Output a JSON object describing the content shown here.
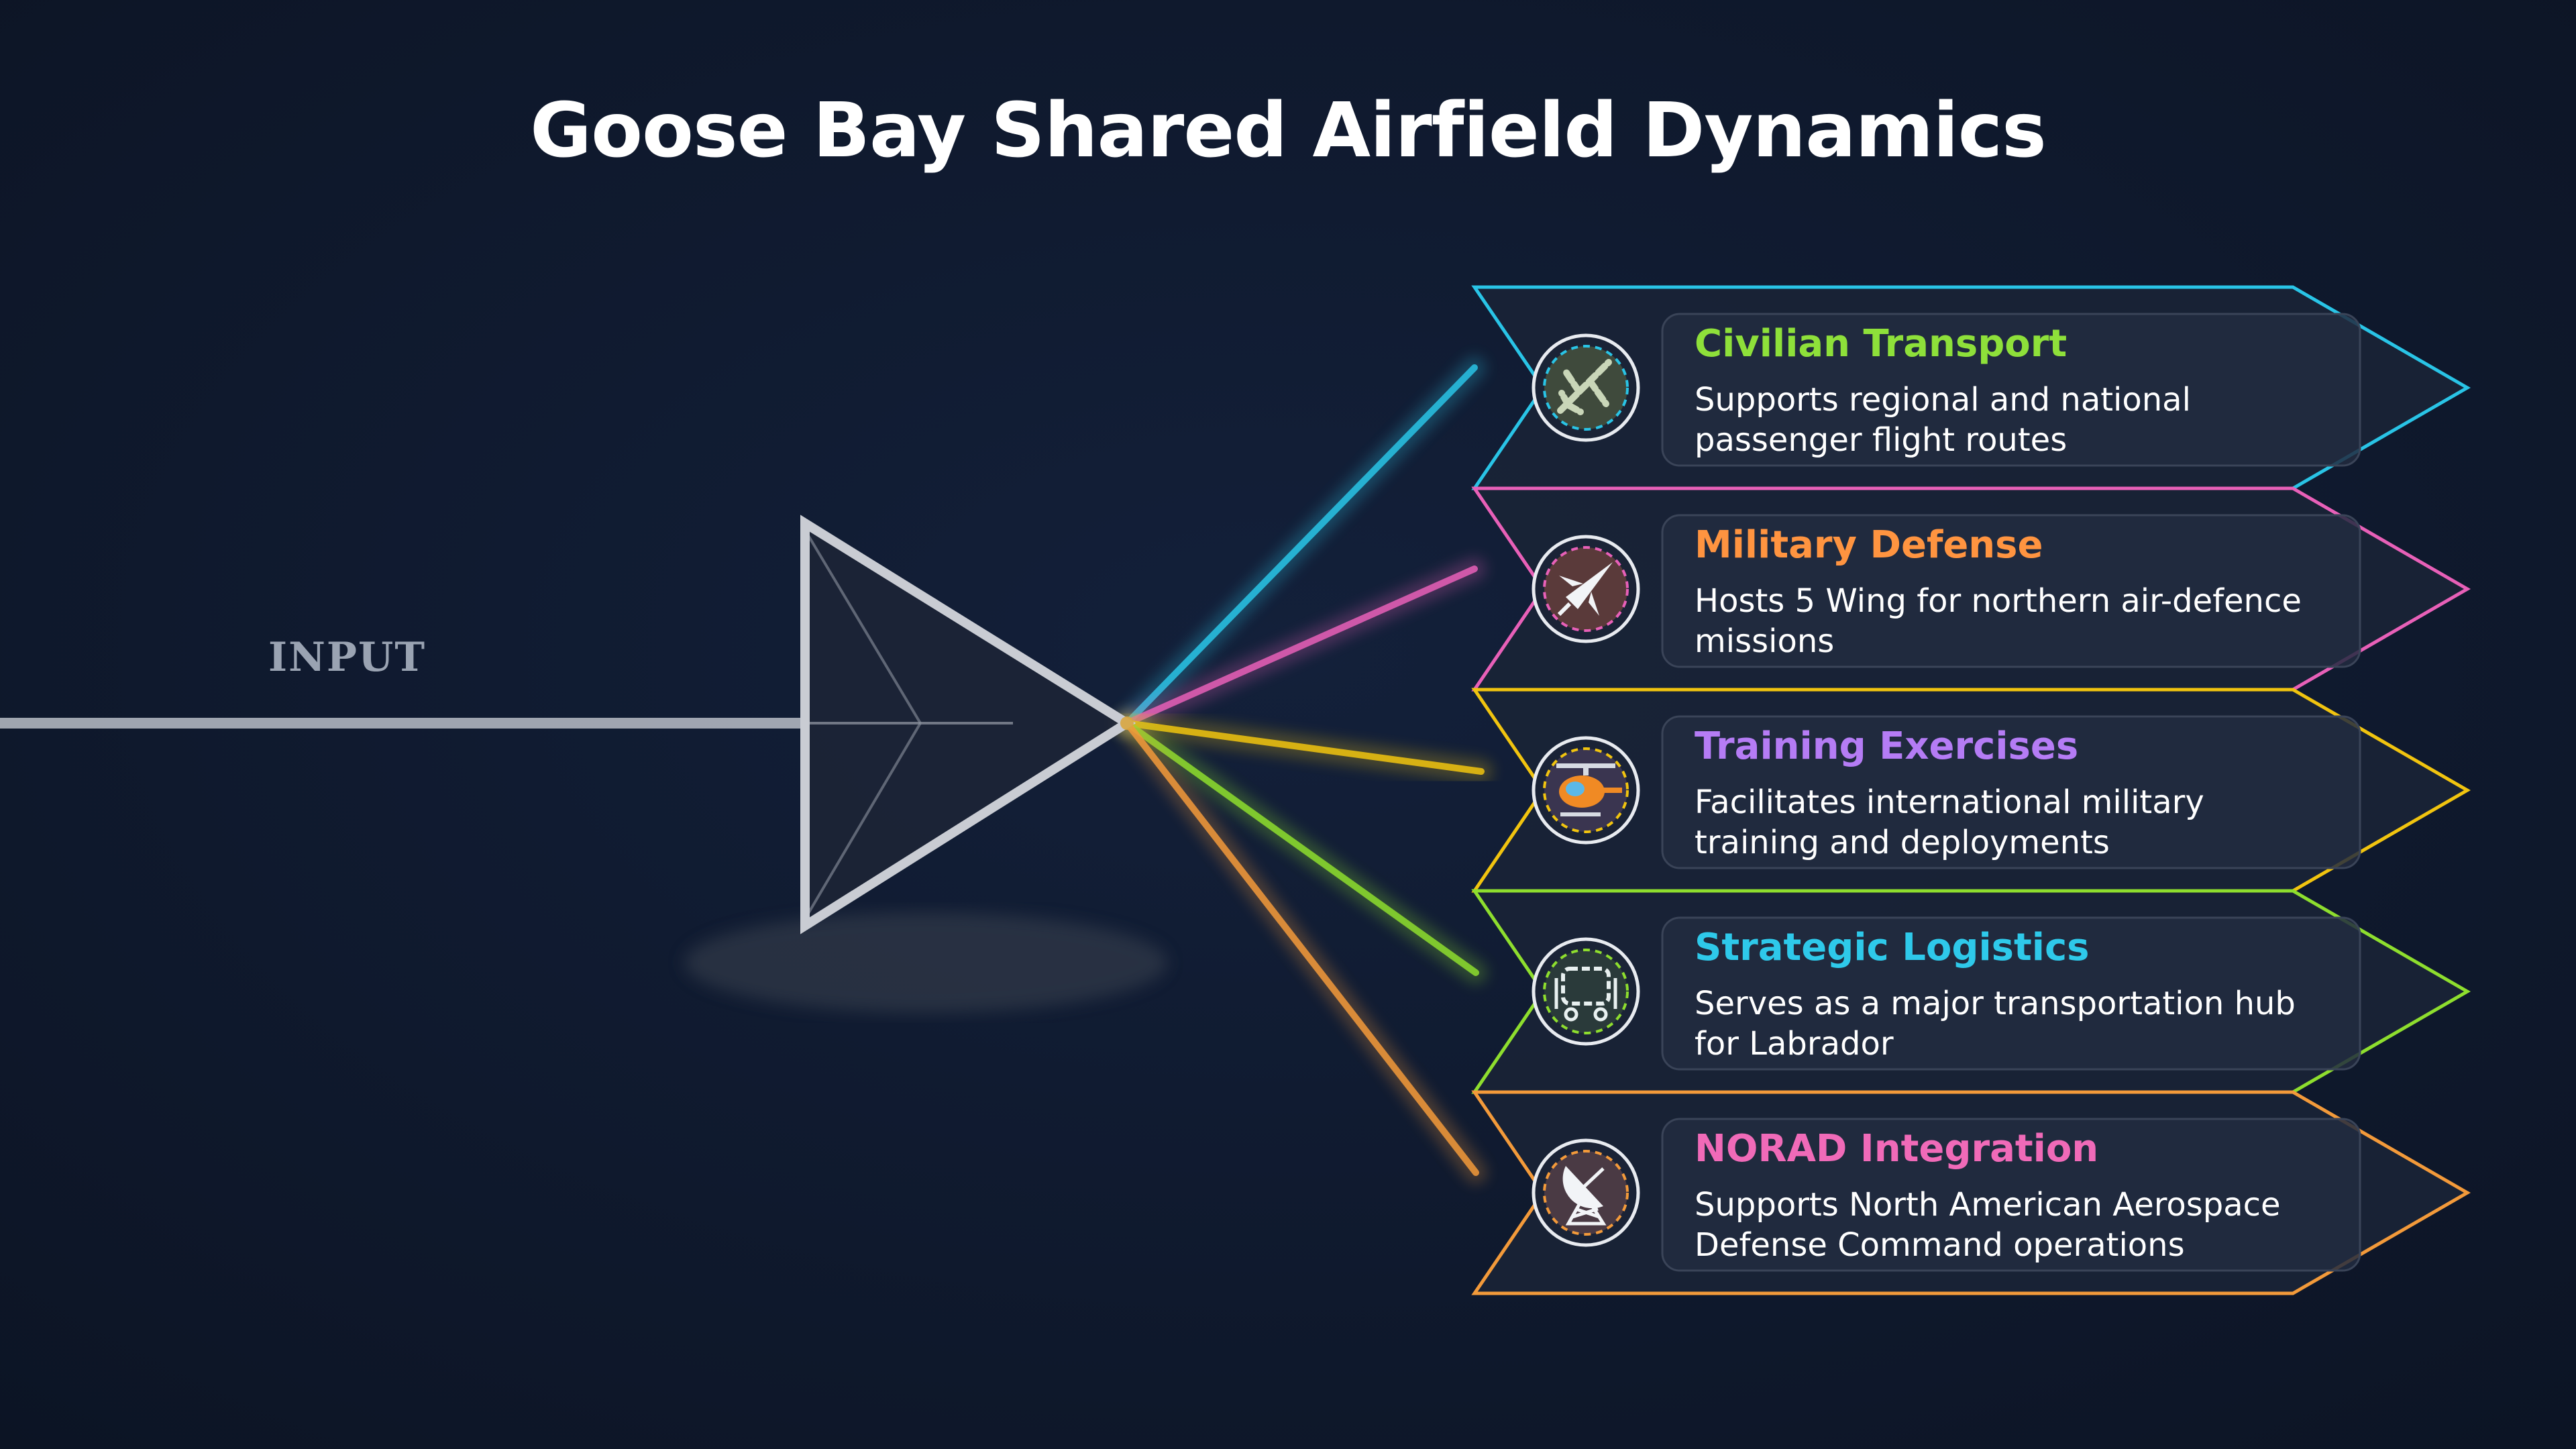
{
  "title": "Goose Bay Shared Airfield Dynamics",
  "input_label": "INPUT",
  "colors": {
    "background": "#111b2e",
    "beam": "#c3c8d0",
    "prism": "#c9ccd3"
  },
  "outputs": [
    {
      "title": "Civilian Transport",
      "description": "Supports regional and national passenger flight routes",
      "color": "#29c4e6",
      "title_color": "#8ee03a",
      "icon": "airplane-icon",
      "icon_bg": "#3f4a3c"
    },
    {
      "title": "Military Defense",
      "description": "Hosts 5 Wing for northern air-defence missions",
      "color": "#e860b8",
      "title_color": "#ff9440",
      "icon": "fighter-jet-icon",
      "icon_bg": "#5a3a3a"
    },
    {
      "title": "Training Exercises",
      "description": "Facilitates international military training and deployments",
      "color": "#f1c40f",
      "title_color": "#b57cf5",
      "icon": "helicopter-icon",
      "icon_bg": "#3a3550"
    },
    {
      "title": "Strategic Logistics",
      "description": "Serves as a major transportation hub for Labrador",
      "color": "#8ede2e",
      "title_color": "#2ec9ea",
      "icon": "cargo-icon",
      "icon_bg": "#2a3a3a"
    },
    {
      "title": "NORAD Integration",
      "description": "Supports North American Aerospace Defense Command operations",
      "color": "#f39a3a",
      "title_color": "#f06ab8",
      "icon": "radar-dish-icon",
      "icon_bg": "#4a3a44"
    }
  ]
}
